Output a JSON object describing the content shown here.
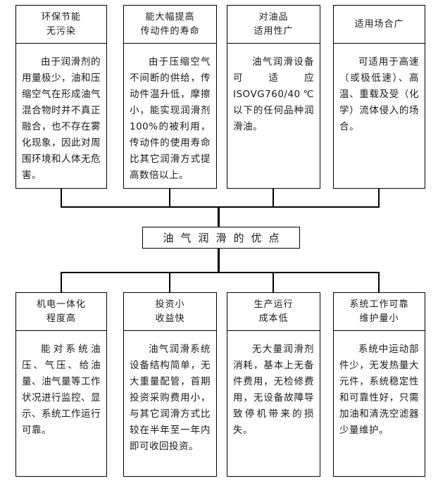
{
  "diagram": {
    "center_title": "油气润滑的优点",
    "colors": {
      "border": "#000000",
      "text": "#1a1a1a",
      "background": "#ffffff"
    },
    "top_boxes": [
      {
        "title1": "环保节能",
        "title2": "无污染",
        "body": "由于润滑剂的用量极少，油和压缩空气在形成油气混合物时并不真正融合，也不存在雾化现象，因此对周围环境和人体无危害。"
      },
      {
        "title1": "能大幅提高",
        "title2": "传动件的寿命",
        "body": "由于压缩空气不间断的供给，传动件温升低，摩擦小，能实现润滑剂100%的被利用，传动件的使用寿命比其它润滑方式提高数倍以上。"
      },
      {
        "title1": "对油品",
        "title2": "适用性广",
        "body": "油气润滑设备可适应ISOVG760/40℃以下的任何品种润滑油。"
      },
      {
        "title1": "适用场合广",
        "title2": "",
        "body": "可适用于高速（或极低速）、高温、重载及受（化学）流体侵入的场合。"
      }
    ],
    "bottom_boxes": [
      {
        "title1": "机电一体化",
        "title2": "程度高",
        "body": "能对系统油压、气压、给油量、油气量等工作状况进行监控、显示、系统工作运行可靠。"
      },
      {
        "title1": "投资小",
        "title2": "收益快",
        "body": "油气润滑系统设备结构简单，无大重量配管，首期投资采购费用小，与其它润滑方式比较在半年至一年内即可收回投资。"
      },
      {
        "title1": "生产运行",
        "title2": "成本低",
        "body": "无大量润滑剂消耗，基本上无备件费用，无检修费用，无设备故障导致停机带来的损失。"
      },
      {
        "title1": "系统工作可靠",
        "title2": "维护量小",
        "body": "系统中运动部件少，无发热量大元件，系统稳定性和可靠性好，只需加油和清洗空滤器少量维护。"
      }
    ]
  }
}
